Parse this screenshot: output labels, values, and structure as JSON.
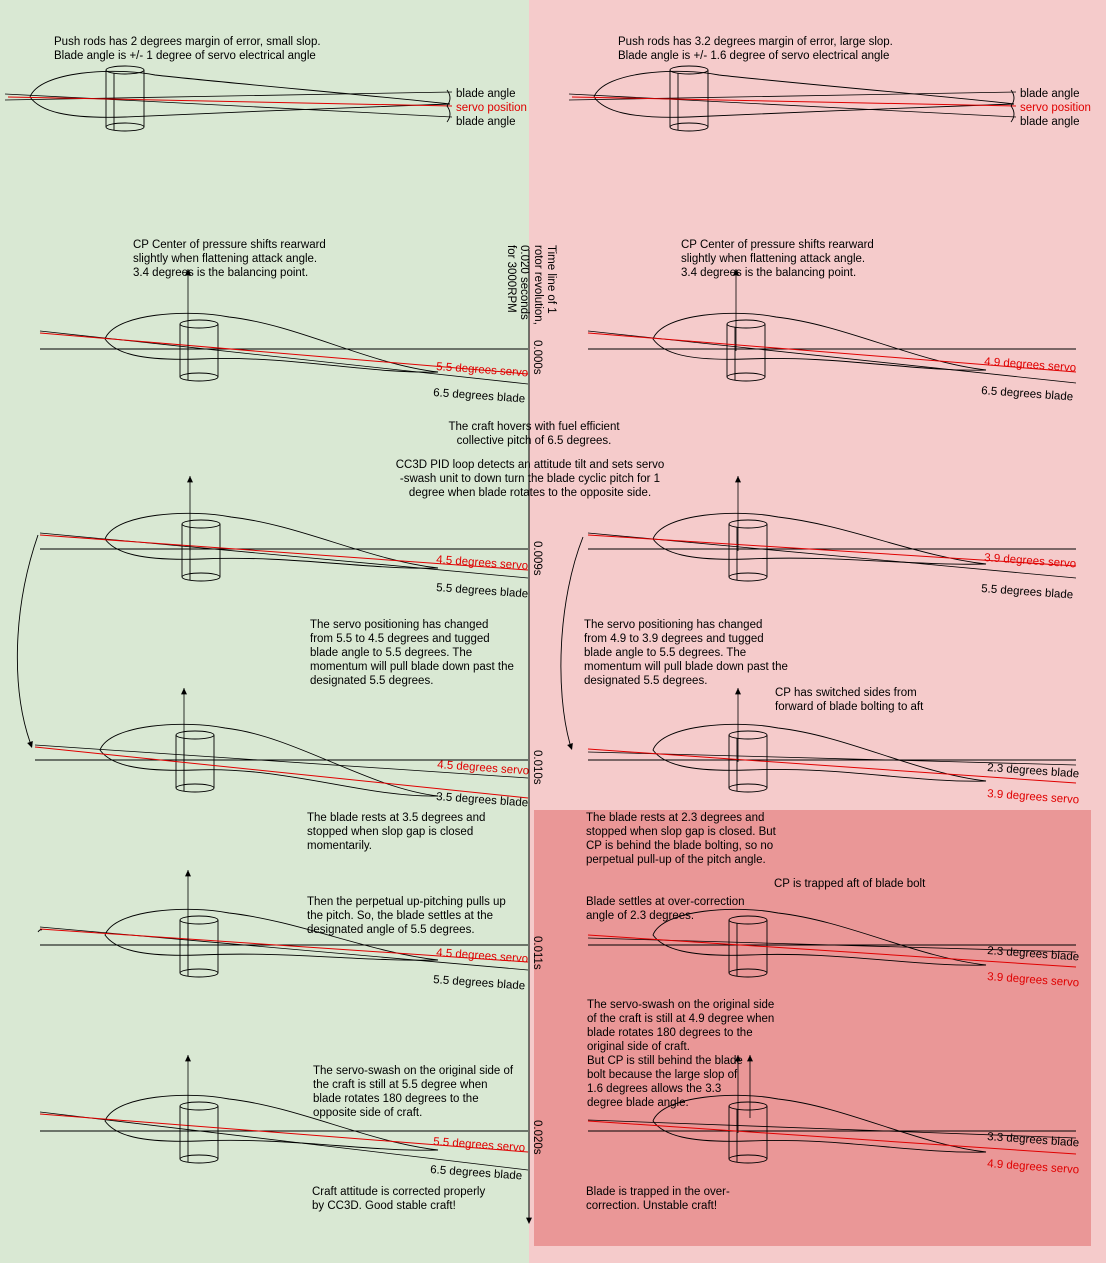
{
  "colors": {
    "left_bg": "#d9e8d3",
    "right_bg": "#f5cbcb",
    "trap_box": "#ea9797",
    "servo_red": "#e00000",
    "ink": "#000000"
  },
  "left": {
    "intro": [
      "Push rods has 2 degrees margin of error, small slop.",
      "Blade angle is +/- 1 degree of servo electrical angle"
    ],
    "legend": {
      "top": "blade angle",
      "mid": "servo position",
      "bottom": "blade angle"
    },
    "cp_note": [
      "CP Center of pressure shifts rearward",
      "slightly when flattening attack angle.",
      "3.4 degrees is the balancing point."
    ],
    "hover_note": [
      "The craft hovers with fuel efficient",
      "collective pitch of 6.5 degrees."
    ],
    "pid_note": [
      "CC3D PID loop detects an attitude tilt and sets servo",
      "-swash unit to down turn the blade cyclic pitch for 1",
      "degree when blade rotates to the opposite side."
    ],
    "frames": [
      {
        "servo_label": "5.5 degrees servo",
        "blade_label": "6.5 degrees blade"
      },
      {
        "servo_label": "4.5 degrees servo",
        "blade_label": "5.5 degrees blade"
      },
      {
        "servo_label": "4.5 degrees servo",
        "blade_label": "3.5 degrees blade"
      },
      {
        "servo_label": "4.5 degrees servo",
        "blade_label": "5.5 degrees blade"
      },
      {
        "servo_label": "5.5 degrees servo",
        "blade_label": "6.5 degrees blade"
      }
    ],
    "servo_change_note": [
      "The servo positioning has changed",
      "from 5.5 to 4.5 degrees and tugged",
      "blade angle to 5.5 degrees. The",
      "momentum will pull blade down past the",
      "designated 5.5 degrees."
    ],
    "rest_note": [
      "The blade rests at 3.5 degrees and",
      "stopped when slop gap is closed",
      "momentarily."
    ],
    "uppitch_note": [
      "Then the perpetual up-pitching pulls up",
      "the pitch. So, the blade settles at the",
      "designated angle of 5.5 degrees."
    ],
    "swash_note": [
      "The servo-swash on the original side of",
      "the craft is still at 5.5 degree when",
      "blade rotates 180 degrees to the",
      "opposite side of craft."
    ],
    "conclusion": [
      "Craft attitude is corrected properly",
      "by CC3D. Good stable craft!"
    ]
  },
  "right": {
    "intro": [
      "Push rods has 3.2 degrees margin of error, large slop.",
      "Blade angle is +/- 1.6 degree of servo electrical angle"
    ],
    "legend": {
      "top": "blade angle",
      "mid": "servo position",
      "bottom": "blade angle"
    },
    "cp_note": [
      "CP Center of pressure shifts rearward",
      "slightly when flattening attack angle.",
      "3.4 degrees is the balancing point."
    ],
    "frames": [
      {
        "servo_label": "4.9 degrees servo",
        "blade_label": "6.5 degrees blade"
      },
      {
        "servo_label": "3.9 degrees servo",
        "blade_label": "5.5 degrees blade"
      },
      {
        "servo_label": "3.9 degrees servo",
        "blade_label": "2.3 degrees blade"
      },
      {
        "servo_label": "3.9 degrees servo",
        "blade_label": "2.3 degrees blade"
      },
      {
        "servo_label": "4.9 degrees servo",
        "blade_label": "3.3 degrees blade"
      }
    ],
    "servo_change_note": [
      "The servo positioning has changed",
      "from 4.9 to 3.9 degrees and tugged",
      "blade angle to 5.5 degrees. The",
      "momentum will pull blade down past the",
      "designated 5.5 degrees."
    ],
    "cp_switch_note": [
      "CP has switched sides from",
      "forward of blade bolting to aft"
    ],
    "rest_note": [
      "The blade rests at 2.3 degrees and",
      "stopped when slop gap is closed. But",
      "CP is behind the blade bolting, so no",
      "perpetual pull-up of the pitch angle."
    ],
    "cp_trapped_note": "CP is trapped aft of blade bolt",
    "settle_note": [
      "Blade settles at over-correction",
      "angle of 2.3 degrees."
    ],
    "swash_note": [
      "The servo-swash on the original side",
      "of the craft is still at 4.9 degree when",
      "blade rotates 180 degrees to the",
      "original side of craft.",
      "But CP is still behind the blade",
      "bolt because the large slop of",
      "1.6 degrees allows the 3.3",
      "degree blade angle."
    ],
    "conclusion": [
      "Blade is trapped in the over-",
      "correction. Unstable craft!"
    ]
  },
  "timeline": {
    "title": [
      "Time line of 1",
      "rotor revolution,",
      "0.020  seconds",
      "for 3000RPM"
    ],
    "times": [
      "0.000s",
      "0.009s",
      "0.010s",
      "0.011s",
      "0.020s"
    ]
  }
}
